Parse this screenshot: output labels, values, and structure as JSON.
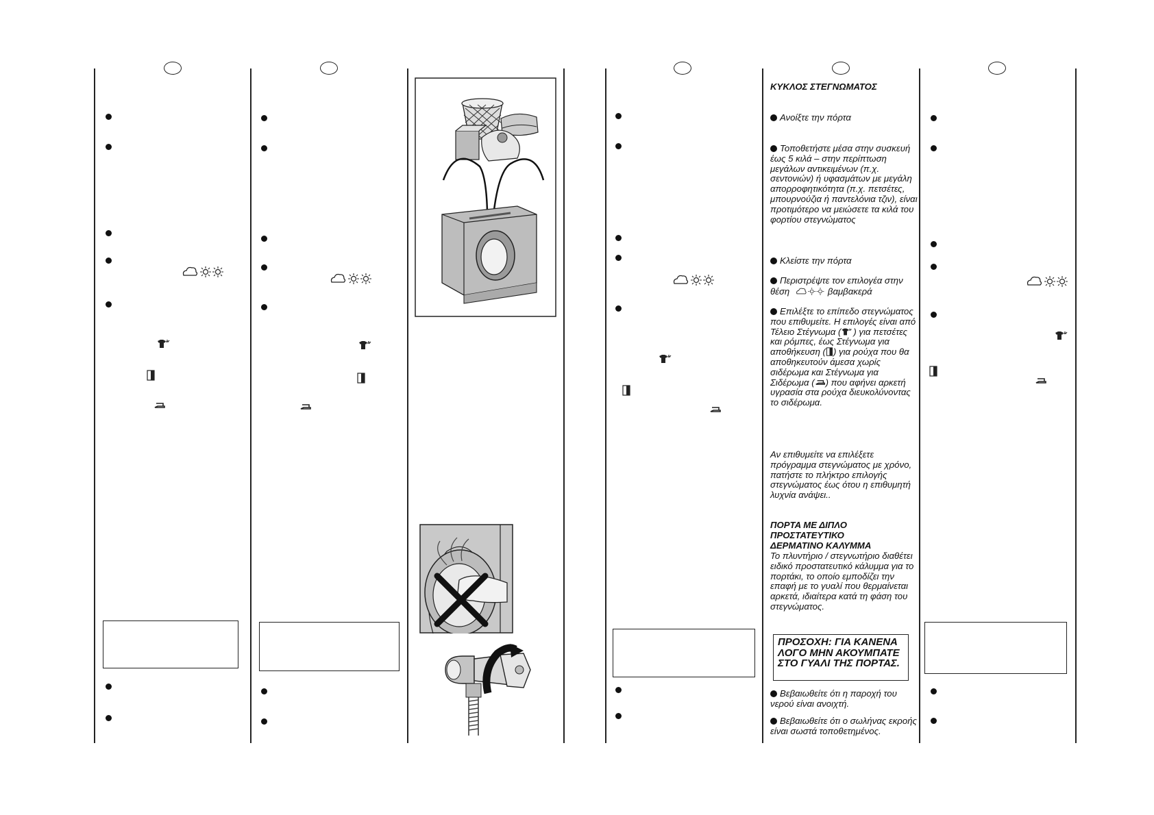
{
  "drying": {
    "title": "ΚΥΚΛΟΣ ΣΤΕΓΝΩΜΑΤΟΣ",
    "open_door": "Ανοίξτε την πόρτα",
    "load": "Τοποθετήστε μέσα στην συσκευή έως 5 κιλά – στην περίπτωση μεγάλων αντικειμένων (π.χ. σεντονιών) ή υφασμάτων με μεγάλη απορροφητικότητα (π.χ. πετσέτες, μπουρνούζια ή παντελόνια τζιν), είναι προτιμότερο να μειώσετε τα κιλά του φορτίου στεγνώματος",
    "close_door": "Κλείστε την πόρτα",
    "selector_a": "Περιστρέψτε τον επιλογέα στην θέση",
    "selector_b": "βαμβακερά",
    "level_1": "Επιλέξτε το επίπεδο στεγνώματος που επιθυμείτε. Η επιλογές είναι από Τέλειο Στέγνωμα (",
    "level_2": ") για πετσέτες και ρόμπες, έως Στέγνωμα για αποθήκευση (",
    "level_3": ") για ρούχα που θα αποθηκευτούν άμεσα χωρίς σιδέρωμα και Στέγνωμα για Σιδέρωμα (",
    "level_4": ") που αφήνει αρκετή υγρασία στα ρούχα διευκολύνοντας το σιδέρωμα.",
    "timed": "Αν επιθυμείτε να επιλέξετε πρόγραμμα στεγνώματος με χρόνο, πατήστε το   πλήκτρο επιλογής στεγνώματος    έως ότου η επιθυμητή λυχνία ανάψει..",
    "door_title": "ΠΟΡΤΑ ΜΕ ΔΙΠΛΟ ΠΡΟΣΤΑΤΕΥΤΙΚΟ ΔΕΡΜΑΤΙΝΟ ΚΑΛΥΜΜΑ",
    "door_text": "Το πλυντήριο / στεγνωτήριο διαθέτει ειδικό προστατευτικό κάλυμμα για το πορτάκι, το οποίο εμποδίζει την επαφή με το γυαλί που θερμαίνεται αρκετά, ιδιαίτερα κατά τη φάση του στεγνώματος.",
    "warning": "ΠΡΟΣΟΧΗ: ΓΙΑ ΚΑΝΕΝΑ ΛΟΓΟ ΜΗΝ ΑΚΟΥΜΠΑΤΕ ΣΤΟ ΓΥΑΛΙ ΤΗΣ ΠΟΡΤΑΣ.",
    "check_water": "Βεβαιωθείτε ότι η παροχή του νερού είναι ανοιχτή.",
    "check_drain": "Βεβαιωθείτε ότι ο σωλήνας εκροής είναι σωστά τοποθετημένος."
  }
}
